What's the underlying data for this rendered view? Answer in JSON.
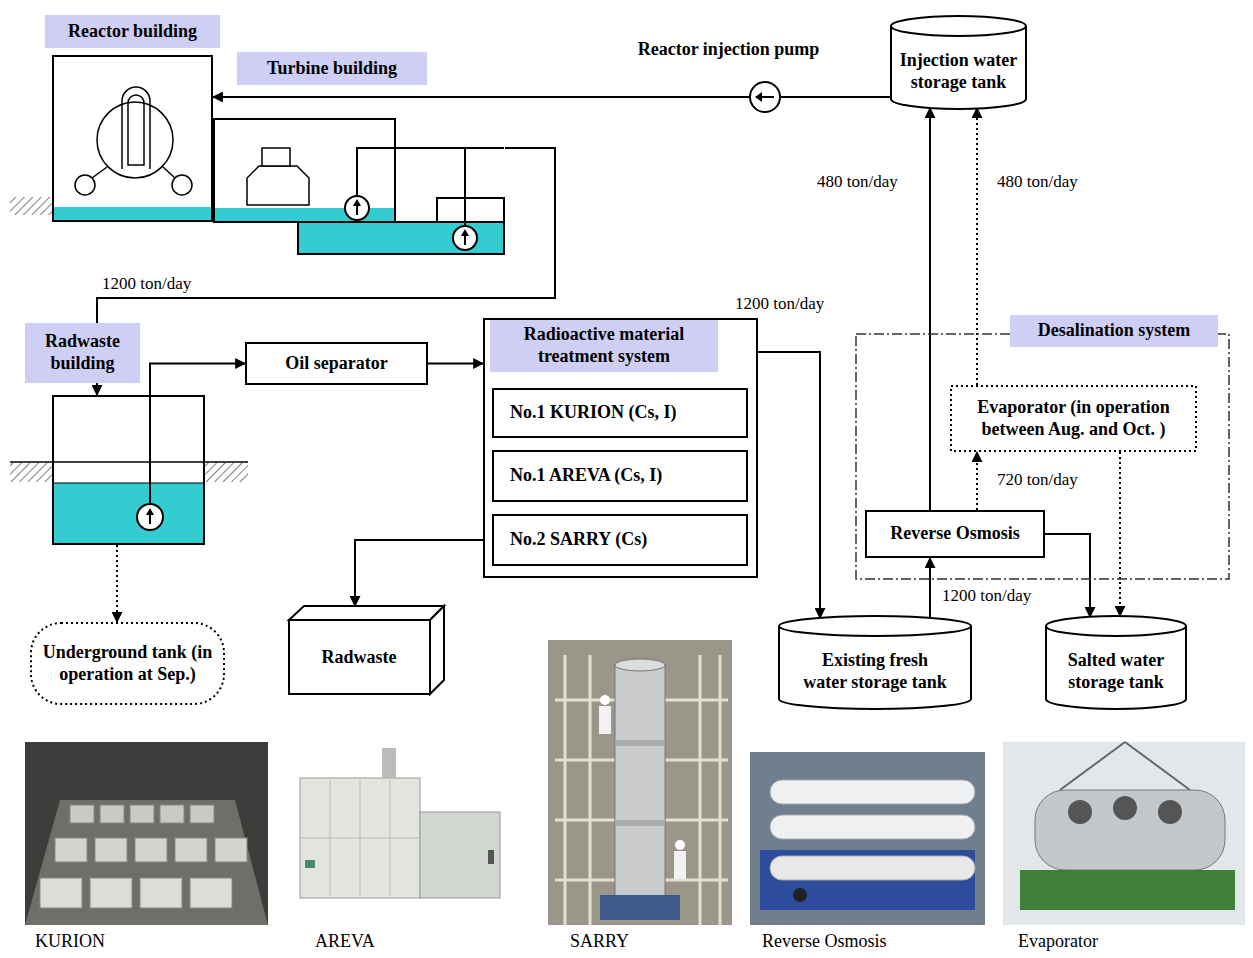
{
  "diagram": {
    "nodes": [
      {
        "text": [
          "Reactor building"
        ]
      },
      {
        "text": [
          "Turbine building"
        ]
      },
      {
        "text": [
          "Reactor injection pump"
        ]
      },
      {
        "text": [
          "Injection water storage tank"
        ]
      },
      {
        "text": [
          "Radwaste building"
        ]
      },
      {
        "text": [
          "Oil separator"
        ]
      },
      {
        "text": [
          "Radioactive material treatment system"
        ]
      },
      {
        "text": [
          "No.1 KURION (Cs, I)"
        ],
        "in": 6
      },
      {
        "text": [
          "No.1 AREVA (Cs, I)"
        ],
        "in": 6
      },
      {
        "text": [
          "No.2 SARRY (Cs)"
        ],
        "in": 6
      },
      {
        "text": [
          "Desalination system"
        ]
      },
      {
        "text": [
          "Evaporator (in operation between Aug. and Oct. )"
        ],
        "in": 10
      },
      {
        "text": [
          "Reverse Osmosis"
        ],
        "in": 10
      },
      {
        "text": [
          "Underground tank (in operation at Sep.)"
        ]
      },
      {
        "text": [
          "Radwaste"
        ]
      },
      {
        "text": [
          "Existing fresh water storage tank"
        ]
      },
      {
        "text": [
          "Salted water storage tank"
        ]
      }
    ],
    "edges": [
      {
        "from": 3,
        "to": 2,
        "arrow": "none"
      },
      {
        "from": 2,
        "to": 0,
        "arrow": "to"
      },
      {
        "from": 1,
        "to": 4,
        "label": "1200 ton/day",
        "arrow": "to"
      },
      {
        "from": 4,
        "to": 5,
        "arrow": "to"
      },
      {
        "from": 5,
        "to": 6,
        "arrow": "to"
      },
      {
        "from": 6,
        "to": 14,
        "arrow": "to"
      },
      {
        "from": 6,
        "to": 15,
        "label": "1200 ton/day",
        "arrow": "to"
      },
      {
        "from": 15,
        "to": 12,
        "label": "1200 ton/day",
        "arrow": "to"
      },
      {
        "from": 12,
        "to": 3,
        "label": "480 ton/day",
        "arrow": "to"
      },
      {
        "from": 12,
        "to": 11,
        "label": "720 ton/day",
        "arrow": "to"
      },
      {
        "from": 11,
        "to": 3,
        "label": "480 ton/day",
        "arrow": "to"
      },
      {
        "from": 12,
        "to": 16,
        "arrow": "to"
      },
      {
        "from": 11,
        "to": 16,
        "arrow": "to"
      },
      {
        "from": 4,
        "to": 13,
        "arrow": "to"
      }
    ],
    "labels": [
      "KURION",
      "AREVA",
      "SARRY",
      "Reverse Osmosis",
      "Evaporator"
    ]
  }
}
